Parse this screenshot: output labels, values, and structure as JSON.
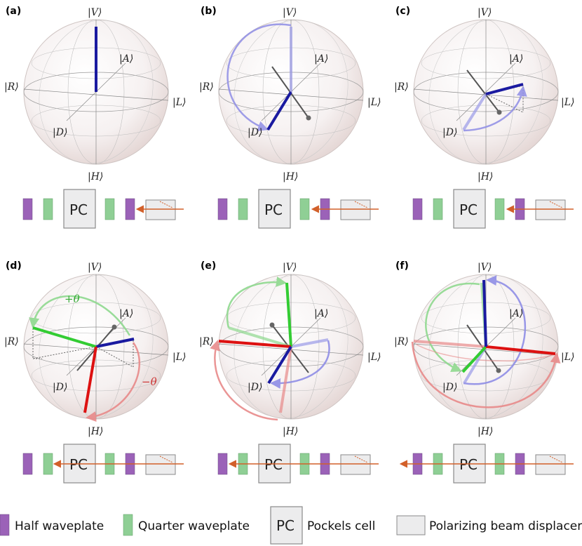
{
  "colors": {
    "half_waveplate": "#9b62b8",
    "quarter_waveplate": "#8fcf95",
    "pockels_cell": "#ececed",
    "beam_displacer": "#ececed",
    "beam": "#d2602a",
    "state_blue": "#1a1aa0",
    "state_green": "#33cc33",
    "state_red": "#dd1111"
  },
  "kets": {
    "V": "|V⟩",
    "H": "|H⟩",
    "A": "|A⟩",
    "D": "|D⟩",
    "R": "|R⟩",
    "L": "|L⟩"
  },
  "panels": [
    {
      "label": "(a)",
      "beam_direction": "left",
      "beam_stop": "displacer"
    },
    {
      "label": "(b)",
      "beam_direction": "left",
      "beam_stop": "quarter-2"
    },
    {
      "label": "(c)",
      "beam_direction": "left",
      "beam_stop": "quarter-2"
    },
    {
      "label": "(d)",
      "beam_direction": "left",
      "beam_stop": "pc",
      "angle_plus": "+θ",
      "angle_minus": "−θ"
    },
    {
      "label": "(e)",
      "beam_direction": "left",
      "beam_stop": "quarter-1"
    },
    {
      "label": "(f)",
      "beam_direction": "left",
      "beam_stop": "out"
    }
  ],
  "legend": {
    "half": "Half waveplate",
    "quarter": "Quarter waveplate",
    "pc_symbol": "PC",
    "pc": "Pockels cell",
    "displacer": "Polarizing beam displacer"
  }
}
